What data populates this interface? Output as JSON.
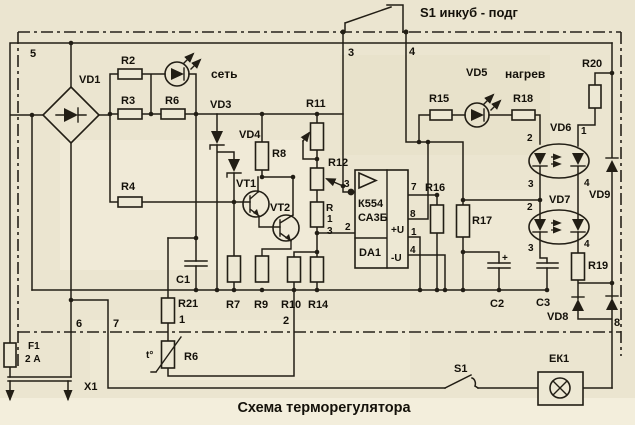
{
  "caption": "Схема терморегулятора",
  "colors": {
    "paper": "#ebe5d0",
    "ink": "#221e15"
  },
  "switches": {
    "top_label": "S1 инкуб - подг",
    "bottom_label": "S1"
  },
  "leds": {
    "power": "сеть",
    "heat": "нагрев"
  },
  "labels": {
    "vd1": "VD1",
    "vd3": "VD3",
    "vd4": "VD4",
    "vd5": "VD5",
    "vd6": "VD6",
    "vd7": "VD7",
    "vd8": "VD8",
    "vd9": "VD9",
    "vt1": "VT1",
    "vt2": "VT2",
    "r2": "R2",
    "r3": "R3",
    "r4": "R4",
    "r6_top": "R6",
    "r6_sensor": "R6",
    "r7": "R7",
    "r8": "R8",
    "r9": "R9",
    "r10": "R10",
    "r11": "R11",
    "r12": "R12",
    "r13_r": "R",
    "r13_1": "1",
    "r13_3": "3",
    "r14": "R14",
    "r15": "R15",
    "r16": "R16",
    "r17": "R17",
    "r18": "R18",
    "r19": "R19",
    "r20": "R20",
    "r21": "R21",
    "c1": "C1",
    "c2": "C2",
    "c3": "C3",
    "c2_plus": "+",
    "f1": "F1",
    "f1_rating": "2 А",
    "x1": "X1",
    "ek1": "ЕК1",
    "therm": "t°"
  },
  "ic": {
    "line1": "К554",
    "line2": "СА3Б",
    "designator": "DA1",
    "vplus": "+U",
    "vminus": "-U"
  },
  "pins": {
    "p1": "1",
    "p2": "2",
    "p3": "3",
    "p4": "4",
    "p7": "7",
    "p8": "8"
  },
  "wires": {
    "w1": "1",
    "w2": "2",
    "w3": "3",
    "w4": "4",
    "w5": "5",
    "w6": "6",
    "w7": "7",
    "w8": "8"
  }
}
